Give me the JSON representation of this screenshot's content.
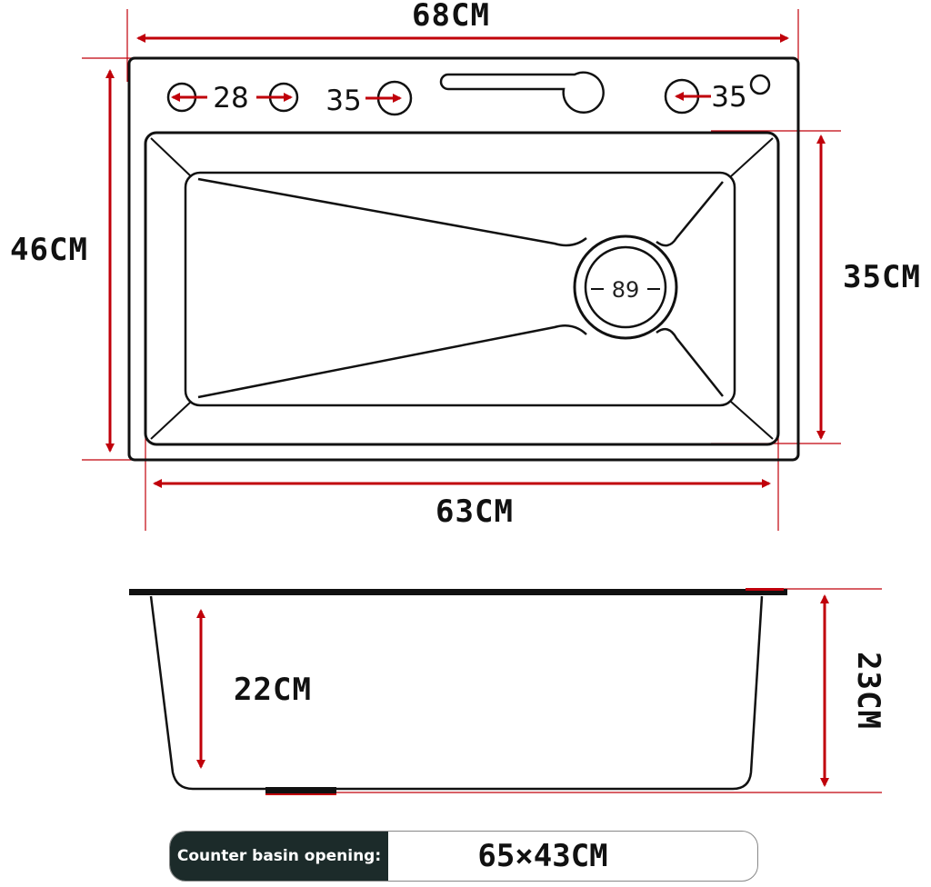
{
  "top_view": {
    "overall_width": "68CM",
    "overall_depth": "46CM",
    "bowl_width": "63CM",
    "bowl_depth": "35CM",
    "holes": [
      {
        "label": "28"
      },
      {
        "label": "35"
      },
      {
        "label": "35"
      }
    ],
    "drain_label": "89"
  },
  "side_view": {
    "bowl_depth": "22CM",
    "total_height": "23CM"
  },
  "opening": {
    "label": "Counter basin opening:",
    "value": "65×43CM"
  },
  "colors": {
    "dimension_red": "#c0000a",
    "outline": "#111111",
    "tag_background": "#1c2b2a"
  }
}
